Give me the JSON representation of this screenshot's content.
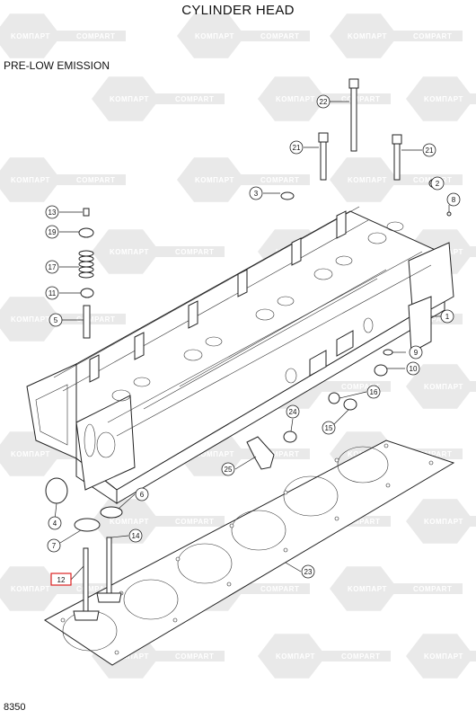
{
  "page": {
    "title": "CYLINDER HEAD",
    "subtitle": "PRE-LOW EMISSION",
    "number": "8350"
  },
  "watermark": {
    "text_a": "KOMПAPT",
    "text_b": "COMPART"
  },
  "callouts": [
    {
      "id": "c22",
      "label": "22"
    },
    {
      "id": "c21a",
      "label": "21"
    },
    {
      "id": "c21b",
      "label": "21"
    },
    {
      "id": "c3",
      "label": "3"
    },
    {
      "id": "c2",
      "label": "2"
    },
    {
      "id": "c8",
      "label": "8"
    },
    {
      "id": "c13",
      "label": "13"
    },
    {
      "id": "c19",
      "label": "19"
    },
    {
      "id": "c17",
      "label": "17"
    },
    {
      "id": "c11",
      "label": "11"
    },
    {
      "id": "c5",
      "label": "5"
    },
    {
      "id": "c1",
      "label": "1"
    },
    {
      "id": "c9",
      "label": "9"
    },
    {
      "id": "c10",
      "label": "10"
    },
    {
      "id": "c16",
      "label": "16"
    },
    {
      "id": "c15",
      "label": "15"
    },
    {
      "id": "c24",
      "label": "24"
    },
    {
      "id": "c25",
      "label": "25"
    },
    {
      "id": "c6",
      "label": "6"
    },
    {
      "id": "c4",
      "label": "4"
    },
    {
      "id": "c7",
      "label": "7"
    },
    {
      "id": "c14",
      "label": "14"
    },
    {
      "id": "c23",
      "label": "23"
    }
  ],
  "highlight_callout": {
    "label": "12",
    "color": "#dd2222"
  }
}
